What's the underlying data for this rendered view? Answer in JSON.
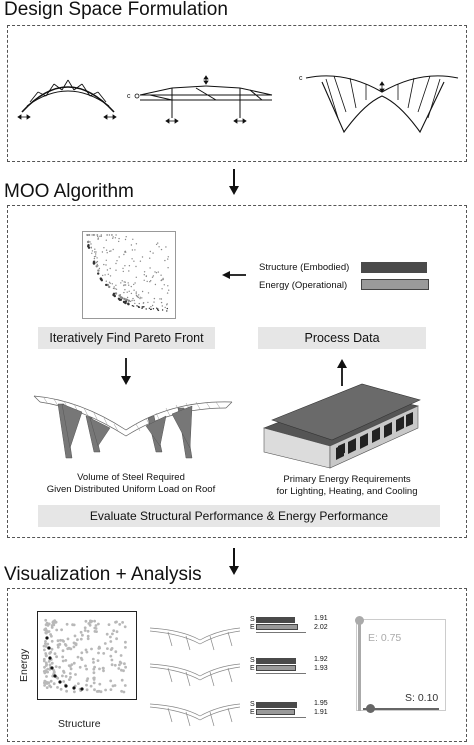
{
  "sections": {
    "design_space": "Design Space Formulation",
    "moo": "MOO Algorithm",
    "viz": "Visualization + Analysis"
  },
  "moo": {
    "pareto_label": "Iteratively Find Pareto Front",
    "process_label": "Process Data",
    "legend_structure": "Structure (Embodied)",
    "legend_energy": "Energy (Operational)",
    "steel_caption_1": "Volume of Steel Required",
    "steel_caption_2": "Given Distributed Uniform Load on Roof",
    "energy_caption_1": "Primary Energy Requirements",
    "energy_caption_2": "for Lighting, Heating, and Cooling",
    "evaluate_label": "Evaluate Structural Performance & Energy Performance"
  },
  "viz": {
    "ylabel": "Energy",
    "xlabel": "Structure",
    "designs": [
      {
        "s_label": "S",
        "e_label": "E",
        "s_value": "1.91",
        "e_value": "2.02",
        "s_frac": 0.82,
        "e_frac": 0.87
      },
      {
        "s_label": "S",
        "e_label": "E",
        "s_value": "1.92",
        "e_value": "1.93",
        "s_frac": 0.83,
        "e_frac": 0.84
      },
      {
        "s_label": "S",
        "e_label": "E",
        "s_value": "1.95",
        "e_value": "1.91",
        "s_frac": 0.85,
        "e_frac": 0.82
      }
    ],
    "slider_e": "E: 0.75",
    "slider_s": "S: 0.10"
  },
  "colors": {
    "bar_dark": "#4a4a4a",
    "bar_light": "#9a9a9a",
    "band": "#e6e6e6",
    "pareto_dark": "#111111",
    "cloud": "#b8b8b8"
  }
}
